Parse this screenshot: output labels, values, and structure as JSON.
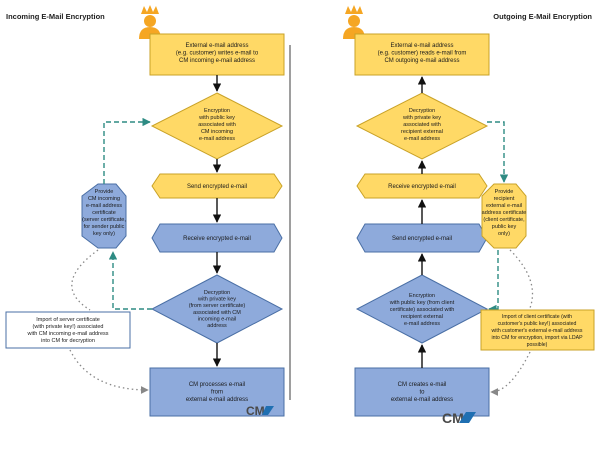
{
  "titles": {
    "incoming": "Incoming E-Mail Encryption",
    "outgoing": "Outgoing E-Mail Encryption"
  },
  "logo": {
    "text": "CM",
    "accent_color": "#1f6fb2"
  },
  "colors": {
    "yellow_fill": "#ffd966",
    "yellow_stroke": "#c9a227",
    "blue_fill": "#8eaadb",
    "blue_stroke": "#4a6fa5",
    "dashed_arrow": "#2e8b83",
    "divider": "#7f7f7f"
  },
  "incoming": {
    "start": [
      "External e-mail address",
      "(e.g. customer) writes e-mail to",
      "CM incoming e-mail address"
    ],
    "encrypt": [
      "Encryption",
      "with public key",
      "associated with",
      "CM incoming",
      "e-mail address"
    ],
    "send": [
      "Send encrypted e-mail"
    ],
    "receive": [
      "Receive encrypted e-mail"
    ],
    "decrypt": [
      "Decryption",
      "with private key",
      "(from server certificate)",
      "associated with CM",
      "incoming e-mail",
      "address"
    ],
    "end": [
      "CM processes e-mail",
      "from",
      "external e-mail address"
    ],
    "provide": [
      "Provide",
      "CM incoming",
      "e-mail address",
      "certificate",
      "(server certificate,",
      "for sender public",
      "key only)"
    ],
    "import": [
      "Import of server certificate",
      "(with private key!) associated",
      "with CM incoming e-mail address",
      "into CM for decryption"
    ]
  },
  "outgoing": {
    "start": [
      "External e-mail address",
      "(e.g. customer) reads e-mail from",
      "CM outgoing e-mail address"
    ],
    "decrypt": [
      "Decryption",
      "with private key",
      "associated with",
      "recipient external",
      "e-mail address"
    ],
    "receive": [
      "Receive encrypted e-mail"
    ],
    "send": [
      "Send encrypted e-mail"
    ],
    "encrypt": [
      "Encryption",
      "with public key (from client",
      "certificate) associated with",
      "recipient external",
      "e-mail address"
    ],
    "end": [
      "CM creates e-mail",
      "to",
      "external e-mail address"
    ],
    "provide": [
      "Provide",
      "recipient",
      "external e-mail",
      "address certificate",
      "(client certificate,",
      "public key",
      "only)"
    ],
    "import": [
      "Import of client certificate (with",
      "customer's public key!) associated",
      "with customer's external e-mail address",
      "into CM for encryption, import via LDAP",
      "possible)"
    ]
  }
}
